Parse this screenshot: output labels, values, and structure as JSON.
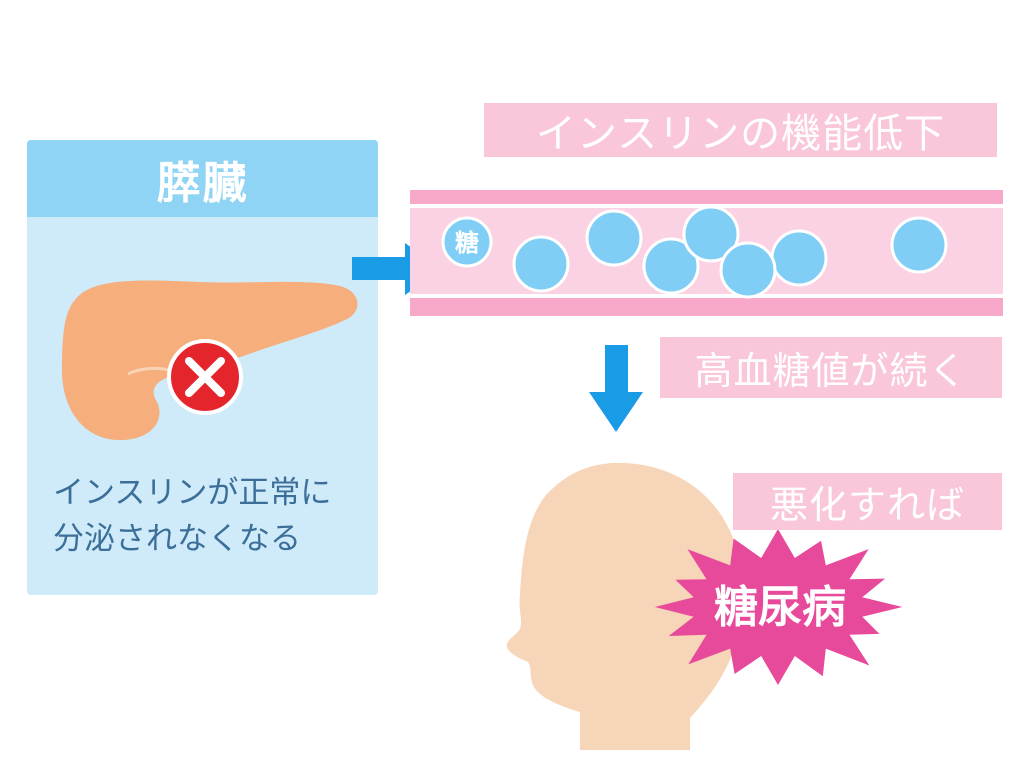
{
  "pancreas_panel": {
    "title": "膵臓",
    "caption_line1": "インスリンが正常に",
    "caption_line2": "分泌されなくなる"
  },
  "labels": {
    "insulin_function_decline": "インスリンの機能低下",
    "high_blood_sugar": "高血糖値が続く",
    "if_worsens": "悪化すれば"
  },
  "vessel": {
    "glucose_label": "糖"
  },
  "disease": {
    "name": "糖尿病"
  },
  "icons": {
    "cross": "cross-mark-icon",
    "arrow_right": "arrow-right-icon",
    "arrow_down": "arrow-down-icon"
  },
  "colors": {
    "panel_header": "#8fd3f5",
    "panel_body": "#cfeaf8",
    "pancreas": "#f5ae7c",
    "cross_circle": "#e5252c",
    "arrow": "#1a9be6",
    "vessel_wall": "#f7a8c8",
    "vessel_inner": "#fbd2e3",
    "label_bg": "#f9c6da",
    "glucose": "#80cef6",
    "head": "#f7d5b8",
    "starburst": "#e84a9b"
  }
}
